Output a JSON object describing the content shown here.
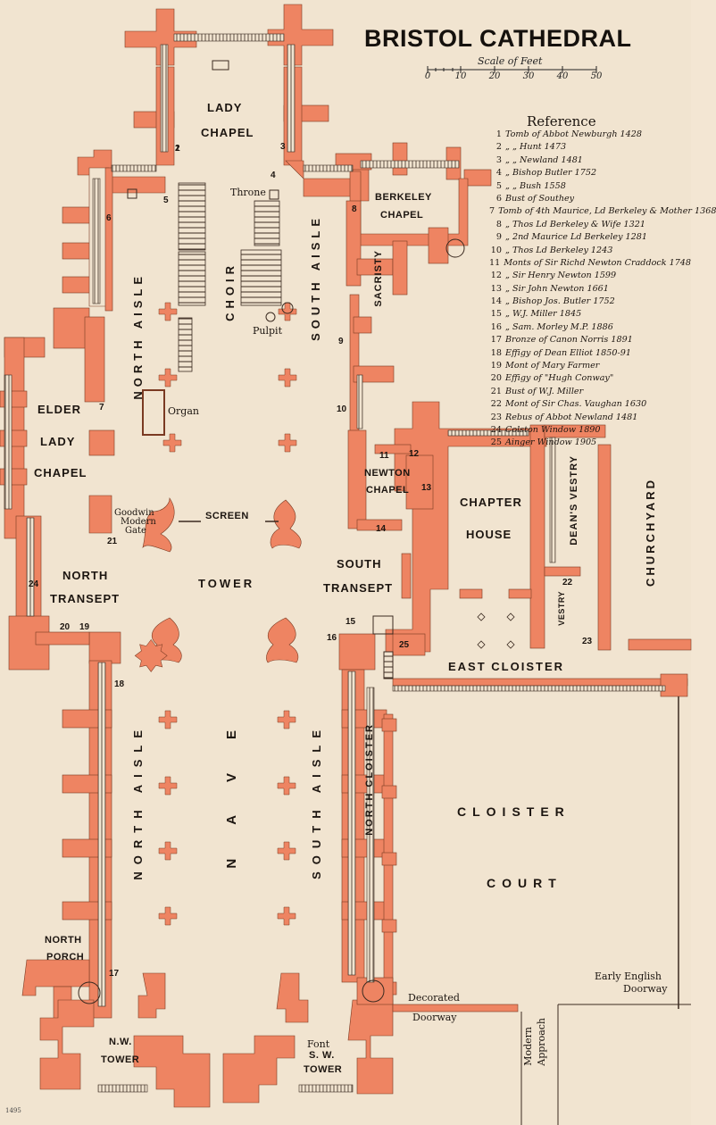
{
  "title": "BRISTOL CATHEDRAL",
  "scale": {
    "title": "Scale of Feet",
    "ticks": [
      "0",
      "10",
      "20",
      "30",
      "40",
      "50"
    ]
  },
  "reference": {
    "title": "Reference",
    "items": [
      {
        "num": "1",
        "text": "Tomb of Abbot Newburgh 1428"
      },
      {
        "num": "2",
        "text": "„      „     Hunt 1473"
      },
      {
        "num": "3",
        "text": "„      „     Newland 1481"
      },
      {
        "num": "4",
        "text": "„    Bishop Butler 1752"
      },
      {
        "num": "5",
        "text": "„      „     Bush 1558"
      },
      {
        "num": "6",
        "text": "Bust of Southey"
      },
      {
        "num": "7",
        "text": "Tomb of 4th Maurice, Ld Berkeley & Mother 1368"
      },
      {
        "num": "8",
        "text": "„  Thos Ld Berkeley & Wife 1321"
      },
      {
        "num": "9",
        "text": "„  2nd Maurice Ld Berkeley 1281"
      },
      {
        "num": "10",
        "text": "„  Thos Ld Berkeley 1243"
      },
      {
        "num": "11",
        "text": "Monts of Sir Richd Newton Craddock 1748"
      },
      {
        "num": "12",
        "text": "„   Sir Henry Newton 1599"
      },
      {
        "num": "13",
        "text": "„   Sir John Newton 1661"
      },
      {
        "num": "14",
        "text": "„   Bishop Jos. Butler 1752"
      },
      {
        "num": "15",
        "text": "„   W.J. Miller 1845"
      },
      {
        "num": "16",
        "text": "„   Sam. Morley M.P. 1886"
      },
      {
        "num": "17",
        "text": "Bronze of Canon Norris 1891"
      },
      {
        "num": "18",
        "text": "Effigy of Dean Elliot 1850-91"
      },
      {
        "num": "19",
        "text": "Mont of Mary Farmer"
      },
      {
        "num": "20",
        "text": "Effigy of \"Hugh Conway\""
      },
      {
        "num": "21",
        "text": "Bust of W.J. Miller"
      },
      {
        "num": "22",
        "text": "Mont of Sir Chas. Vaughan 1630"
      },
      {
        "num": "23",
        "text": "Rebus of Abbot Newland 1481"
      },
      {
        "num": "24",
        "text": "Colston Window 1890"
      },
      {
        "num": "25",
        "text": "Ainger Window 1905"
      }
    ]
  },
  "labels": {
    "lady_chapel_1": "LADY",
    "lady_chapel_2": "CHAPEL",
    "throne": "Throne",
    "berkeley_1": "BERKELEY",
    "berkeley_2": "CHAPEL",
    "sacristy": "SACRISTY",
    "north_aisle": "NORTH AISLE",
    "choir": "CHOIR",
    "south_aisle": "SOUTH AISLE",
    "pulpit": "Pulpit",
    "organ": "Organ",
    "elder": "ELDER",
    "lady": "LADY",
    "chapel": "CHAPEL",
    "newton_1": "NEWTON",
    "newton_2": "CHAPEL",
    "chapter_1": "CHAPTER",
    "chapter_2": "HOUSE",
    "deans_vestry": "DEAN'S VESTRY",
    "churchyard": "CHURCHYARD",
    "goodwin": "Goodwin",
    "modern_gate_1": "Modern",
    "modern_gate_2": "Gate",
    "screen": "SCREEN",
    "north_transept_1": "NORTH",
    "north_transept_2": "TRANSEPT",
    "tower": "TOWER",
    "south_transept_1": "SOUTH",
    "south_transept_2": "TRANSEPT",
    "vestry": "VESTRY",
    "east_cloister": "EAST CLOISTER",
    "nave": "NAVE",
    "north_aisle_nave": "NORTH AISLE",
    "south_aisle_nave": "SOUTH AISLE",
    "north_cloister": "NORTH CLOISTER",
    "cloister": "CLOISTER",
    "court": "COURT",
    "north_porch_1": "NORTH",
    "north_porch_2": "PORCH",
    "decorated_1": "Decorated",
    "decorated_2": "Doorway",
    "early_english_1": "Early English",
    "early_english_2": "Doorway",
    "modern_approach_1": "Modern",
    "modern_approach_2": "Approach",
    "nw_tower_1": "N.W.",
    "nw_tower_2": "TOWER",
    "font": "Font",
    "sw_tower_1": "S. W.",
    "sw_tower_2": "TOWER",
    "plate_no": "1495"
  },
  "numbers": [
    "1",
    "2",
    "3",
    "4",
    "5",
    "6",
    "7",
    "8",
    "9",
    "10",
    "11",
    "12",
    "13",
    "14",
    "15",
    "16",
    "17",
    "18",
    "19",
    "20",
    "21",
    "22",
    "23",
    "24",
    "25"
  ],
  "colors": {
    "paper": "#f1e4d0",
    "masonry": "#ee8462",
    "outline": "#3a2a20",
    "text": "#1c1510"
  }
}
